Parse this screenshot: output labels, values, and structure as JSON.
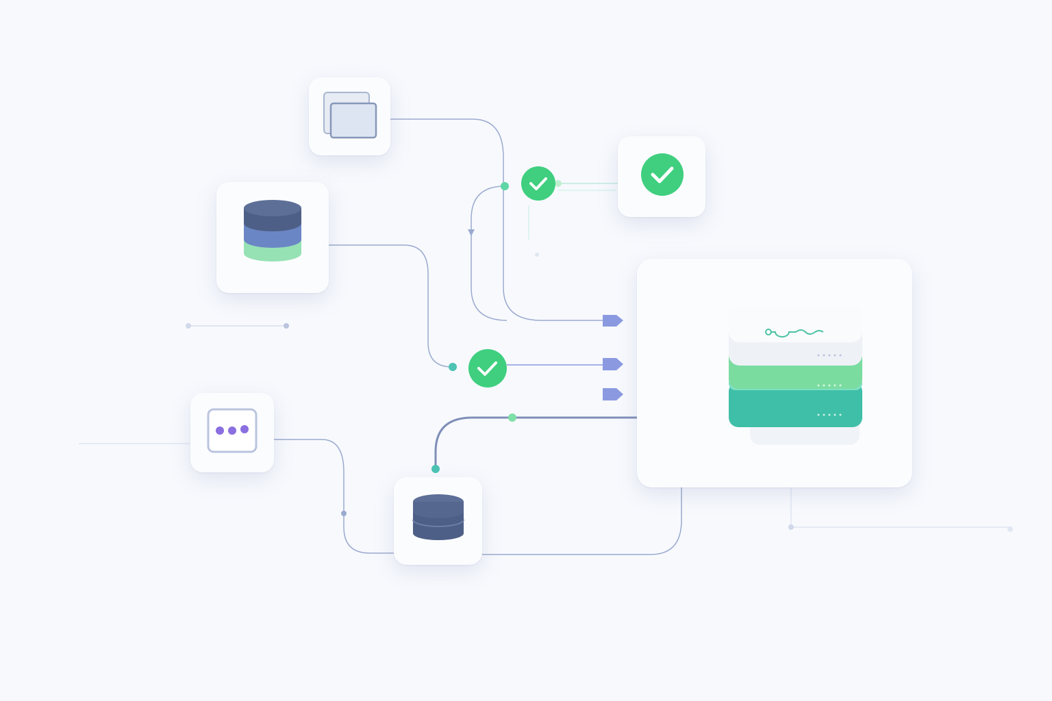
{
  "colors": {
    "background": "#f7f9fd",
    "card": "#fbfcfe",
    "connector": "#8fa0c4",
    "check_green": "#3fcf7f",
    "node_teal": "#4cc3b3",
    "db_dark": "#4d5f86",
    "db_mid": "#6b86c4",
    "db_green": "#96e2b4",
    "server_green": "#7bdca0",
    "server_teal": "#3fbfa8",
    "chat_dots": "#8a6fe0",
    "arrow_tag": "#8b9ae0"
  },
  "nodes": [
    {
      "id": "folders",
      "icon": "folder-stack-icon"
    },
    {
      "id": "database-large",
      "icon": "database-icon"
    },
    {
      "id": "check-card",
      "icon": "check-circle-icon"
    },
    {
      "id": "chat",
      "icon": "chat-dots-icon"
    },
    {
      "id": "database-small",
      "icon": "database-icon"
    },
    {
      "id": "server",
      "icon": "server-stack-icon"
    }
  ],
  "checkpoints": [
    "check-circle-icon",
    "check-circle-icon"
  ],
  "arrows": 5
}
